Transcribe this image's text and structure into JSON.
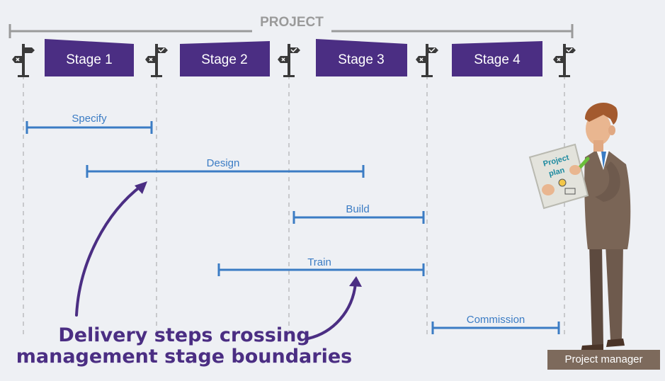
{
  "header": {
    "title": "PROJECT"
  },
  "stages": [
    {
      "label": "Stage 1"
    },
    {
      "label": "Stage 2"
    },
    {
      "label": "Stage 3"
    },
    {
      "label": "Stage 4"
    }
  ],
  "deliveries": [
    {
      "label": "Specify"
    },
    {
      "label": "Design"
    },
    {
      "label": "Build"
    },
    {
      "label": "Train"
    },
    {
      "label": "Commission"
    }
  ],
  "caption": {
    "line1": "Delivery steps crossing",
    "line2": "management stage boundaries"
  },
  "figure": {
    "clipboard_text_1": "Project",
    "clipboard_text_2": "plan",
    "badge": "Project manager"
  },
  "colors": {
    "stage_fill": "#4b2e83",
    "delivery_line": "#3b7cc4",
    "header_line": "#9a9a9a",
    "caption": "#4b2e83",
    "badge": "#7d6a5c"
  }
}
